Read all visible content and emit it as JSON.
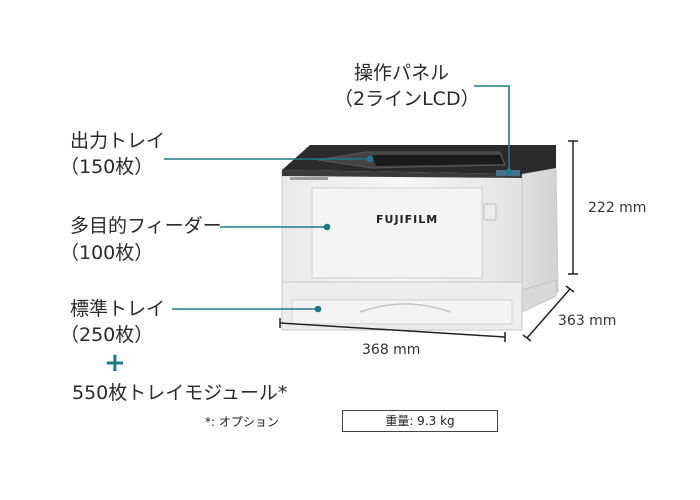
{
  "labels": {
    "panel_line1": "操作パネル",
    "panel_line2": "（2ラインLCD）",
    "output_line1": "出力トレイ",
    "output_line2": "（150枚）",
    "feeder_line1": "多目的フィーダー",
    "feeder_line2": "（100枚）",
    "tray_line1": "標準トレイ",
    "tray_line2": "（250枚）",
    "plus": "+",
    "option_module": "550枚トレイモジュール*"
  },
  "dimensions": {
    "height": "222 mm",
    "depth": "363 mm",
    "width": "368 mm"
  },
  "printer": {
    "brand": "FUJIFILM"
  },
  "footer": {
    "option_note": "*: オプション",
    "weight": "重量: 9.3 kg"
  },
  "colors": {
    "leader_line": "#1c7a86",
    "printer_top": "#2b2b2b",
    "printer_body": "#f0f0f0"
  }
}
